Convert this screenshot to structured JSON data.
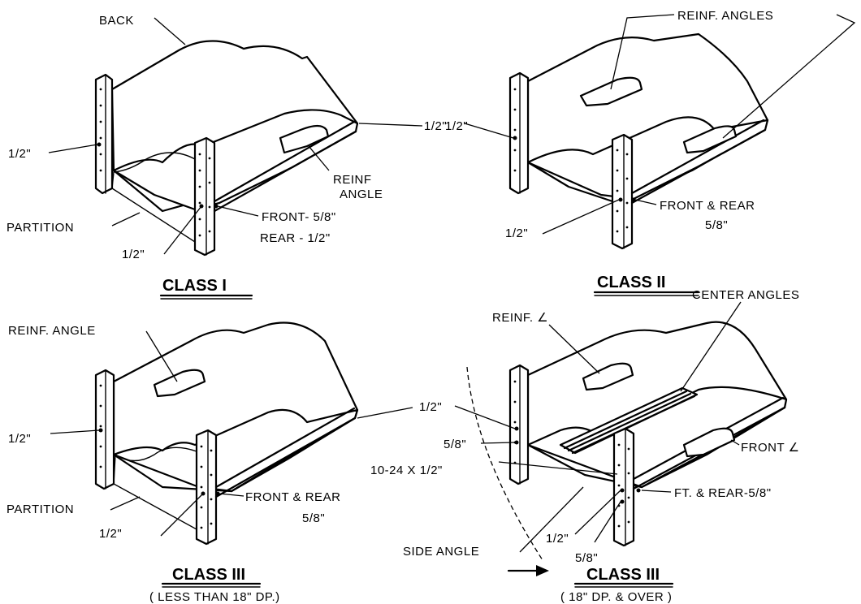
{
  "panels": {
    "class1": {
      "labels": {
        "back": "BACK",
        "left_post": "1/2\"",
        "right_edge": "1/2\"",
        "reinf_angle_1": "REINF",
        "reinf_angle_2": "ANGLE",
        "partition": "PARTITION",
        "front_post": "1/2\"",
        "front_rear_1": "FRONT- 5/8\"",
        "front_rear_2": "REAR  - 1/2\""
      },
      "title": "CLASS I"
    },
    "class2": {
      "labels": {
        "reinf_angles": "REINF. ANGLES",
        "left_post": "1/2\"",
        "front_post": "1/2\"",
        "front_rear_1": "FRONT & REAR",
        "front_rear_2": "5/8\""
      },
      "title": "CLASS II"
    },
    "class3a": {
      "labels": {
        "reinf_angle": "REINF. ANGLE",
        "left_post": "1/2\"",
        "partition": "PARTITION",
        "front_post": "1/2\"",
        "front_rear_1": "FRONT & REAR",
        "front_rear_2": "5/8\""
      },
      "title": "CLASS III",
      "subtitle": "( LESS THAN 18\" DP.)"
    },
    "class3b": {
      "labels": {
        "reinf_l": "REINF. ∠",
        "center_angles": "CENTER ANGLES",
        "right_edge": "1/2\"",
        "post_upper": "5/8\"",
        "front_l": "FRONT ∠",
        "screw": "10-24 X 1/2\"",
        "ft_rear": "FT. & REAR-5/8\"",
        "side_angle": "SIDE ANGLE",
        "front_half": "1/2\"",
        "front_58": "5/8\""
      },
      "title": "CLASS III",
      "subtitle": "( 18\" DP. & OVER )"
    }
  }
}
